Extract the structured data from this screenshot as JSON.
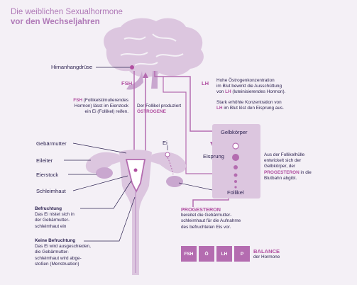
{
  "title": {
    "line1": "Die weiblichen Sexualhormone",
    "line2": "vor den Wechseljahren"
  },
  "labels": {
    "hirnanhangdruese": "Hirnanhangdrüse",
    "fsh_arrow": "FSH",
    "lh_arrow": "LH",
    "fsh_desc_abbr": "FSH",
    "fsh_desc_line1": "(Follikelstimulierendes",
    "fsh_desc_line2": "Hormon) lässt im Eierstock",
    "fsh_desc_line3": "ein Ei (Follikel) reifen.",
    "follikel_prod_line1": "Der Follikel produziert",
    "oestrogene": "ÖSTROGENE",
    "lh_desc1_line1": "Hohe Östrogenkonzentration",
    "lh_desc1_line2": "im Blut bewirkt die Ausschüttung",
    "lh_desc1_line3_pre": "von",
    "lh_desc1_line3_abbr": "LH",
    "lh_desc1_line3_post": "(luteinisierendes Hormon).",
    "lh_desc2_line1": "Stark erhöhte Konzentration von",
    "lh_desc2_line2_abbr": "LH",
    "lh_desc2_line2_post": "im Blut löst den Eisprung aus.",
    "gelbkoerper": "Gelbkörper",
    "eisprung": "Eisprung",
    "ei": "Ei",
    "follikel": "Follikel",
    "gebaermutter": "Gebärmutter",
    "eileiter": "Eileiter",
    "eierstock": "Eierstock",
    "schleimhaut": "Schleimhaut",
    "gelb_desc_line1": "Aus der Follikelhülle",
    "gelb_desc_line2": "entwickelt sich der",
    "gelb_desc_line3": "Gelbkörper, der",
    "gelb_desc_progesteron": "PROGESTERON",
    "gelb_desc_line4_post": "in die",
    "gelb_desc_line5": "Blutbahn abgibt.",
    "progesteron_title": "PROGESTERON",
    "progesteron_line1": "bereitet die Gebärmutter-",
    "progesteron_line2": "schleimhaut für die Aufnahme",
    "progesteron_line3": "des befruchteten Eis vor.",
    "befruchtung_title": "Befruchtung",
    "befruchtung_line1": "Das Ei nistet sich in",
    "befruchtung_line2": "der Gebärmutter-",
    "befruchtung_line3": "schleimhaut ein",
    "keine_title": "Keine Befruchtung",
    "keine_line1": "Das Ei wird ausgeschieden,",
    "keine_line2": "die Gebärmutter-",
    "keine_line3": "schleimhaut wird abge-",
    "keine_line4": "stoßen (Menstruation)"
  },
  "balance": {
    "boxes": [
      "FSH",
      "Ö",
      "LH",
      "P"
    ],
    "title": "BALANCE",
    "subtitle": "der Hormone"
  },
  "colors": {
    "background": "#f4f0f6",
    "accent_purple": "#b46cb0",
    "light_purple": "#dcc6df",
    "dark_text": "#2e2452",
    "pink_text": "#b04ea0"
  }
}
